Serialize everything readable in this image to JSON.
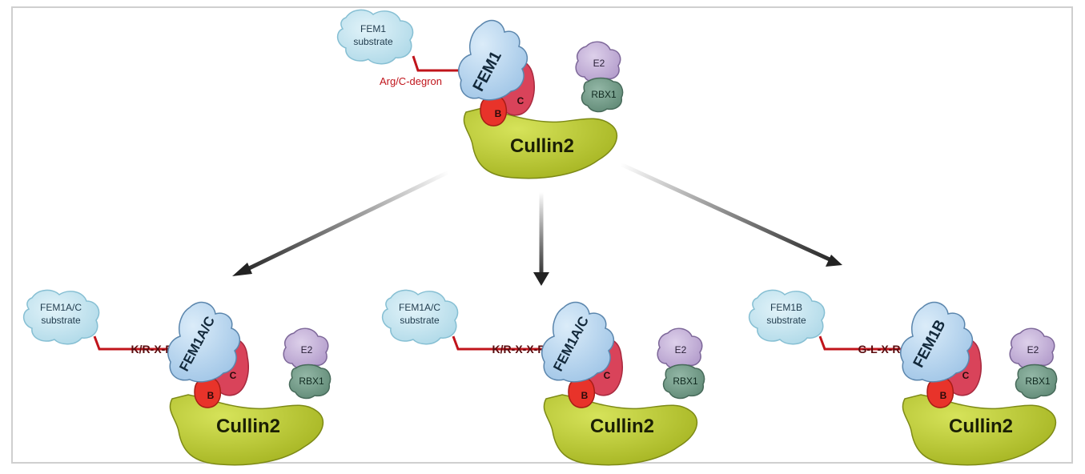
{
  "top": {
    "substrate_line1": "FEM1",
    "substrate_line2": "substrate",
    "degron": "Arg/C-degron",
    "receptor": "FEM1",
    "b_label": "B",
    "c_label": "C",
    "e2": "E2",
    "rbx1": "RBX1",
    "cullin": "Cullin2"
  },
  "complexes": [
    {
      "substrate_line1": "FEM1A/C",
      "substrate_line2": "substrate",
      "motif": "K/R-X-R",
      "receptor": "FEM1A/C",
      "b_label": "B",
      "c_label": "C",
      "e2": "E2",
      "rbx1": "RBX1",
      "cullin": "Cullin2"
    },
    {
      "substrate_line1": "FEM1A/C",
      "substrate_line2": "substrate",
      "motif": "K/R-X-X-R",
      "receptor": "FEM1A/C",
      "b_label": "B",
      "c_label": "C",
      "e2": "E2",
      "rbx1": "RBX1",
      "cullin": "Cullin2"
    },
    {
      "substrate_line1": "FEM1B",
      "substrate_line2": "substrate",
      "motif": "G-L-X-R",
      "receptor": "FEM1B",
      "b_label": "B",
      "c_label": "C",
      "e2": "E2",
      "rbx1": "RBX1",
      "cullin": "Cullin2"
    }
  ],
  "colors": {
    "substrate": "#bfe3ef",
    "fem": "#b9d8f0",
    "elonginB": "#e8332a",
    "elonginC": "#d9435a",
    "cullin": "#b7c832",
    "e2": "#c5b2d6",
    "rbx1": "#6f9a86",
    "degron_line": "#c0141b"
  }
}
